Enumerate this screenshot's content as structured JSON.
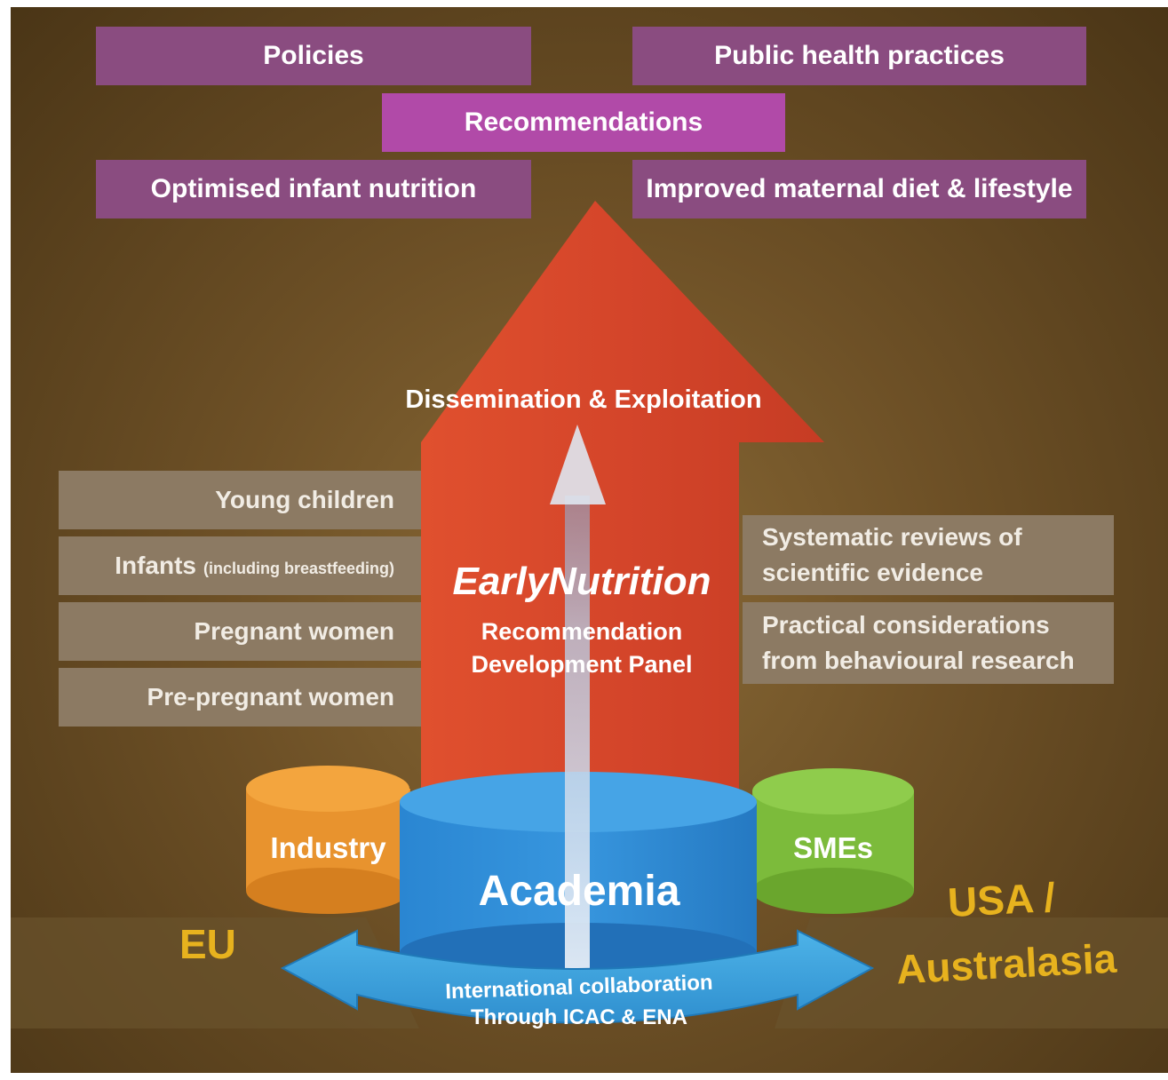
{
  "top_boxes": {
    "policies": "Policies",
    "public_health": "Public health practices",
    "recommendations": "Recommendations",
    "optimised_infant": "Optimised infant nutrition",
    "improved_maternal": "Improved maternal diet & lifestyle"
  },
  "arrow": {
    "dissemination": "Dissemination & Exploitation",
    "panel_title": "EarlyNutrition",
    "panel_line1": "Recommendation",
    "panel_line2": "Development Panel"
  },
  "left_groups": {
    "young_children": "Young children",
    "infants": "Infants",
    "infants_note": "(including breastfeeding)",
    "pregnant": "Pregnant women",
    "pre_pregnant": "Pre-pregnant women"
  },
  "right_inputs": {
    "systematic_line1": "Systematic reviews of",
    "systematic_line2": "scientific evidence",
    "practical_line1": "Practical considerations",
    "practical_line2": "from behavioural research"
  },
  "cylinders": {
    "industry": "Industry",
    "academia": "Academia",
    "smes": "SMEs"
  },
  "regions": {
    "eu": "EU",
    "usa_line1": "USA /",
    "usa_line2": "Australasia"
  },
  "collaboration": {
    "line1": "International collaboration",
    "line2": "Through ICAC & ENA"
  },
  "colors": {
    "purple_box": "#8a4c80",
    "recommendations_box": "#b14aa8",
    "grey_box": "#8c7a63",
    "red_arrow": "#d8472a",
    "industry": "#e8932e",
    "academia": "#2f8fd8",
    "smes": "#7cbb3b",
    "collab_arrow": "#3ea3dd",
    "region_text": "#e7b21e"
  }
}
